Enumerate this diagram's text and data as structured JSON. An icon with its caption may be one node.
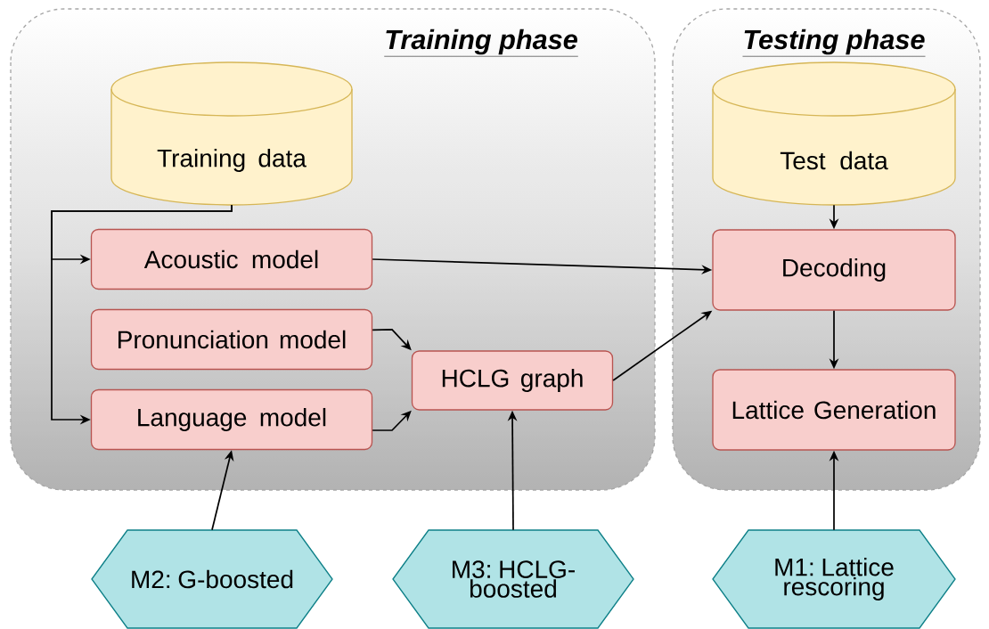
{
  "diagram": {
    "nodes": [
      {
        "text": [
          "Training phase"
        ]
      },
      {
        "text": [
          "Testing phase"
        ]
      },
      {
        "text": [
          "Training data"
        ],
        "in": 0
      },
      {
        "text": [
          "Acoustic model"
        ],
        "in": 0
      },
      {
        "text": [
          "Pronunciation model"
        ],
        "in": 0
      },
      {
        "text": [
          "Language model"
        ],
        "in": 0
      },
      {
        "text": [
          "HCLG graph"
        ],
        "in": 0
      },
      {
        "text": [
          "Test data"
        ],
        "in": 1
      },
      {
        "text": [
          "Decoding"
        ],
        "in": 1
      },
      {
        "text": [
          "Lattice Generation"
        ],
        "in": 1
      },
      {
        "text": [
          "M2: G-boosted"
        ]
      },
      {
        "text": [
          "M3: HCLG-boosted"
        ]
      },
      {
        "text": [
          "M1: Lattice rescoring"
        ]
      }
    ],
    "edges": [
      {
        "from": 2,
        "to": 3,
        "arrow": "to"
      },
      {
        "from": 2,
        "to": 5,
        "arrow": "to"
      },
      {
        "from": 3,
        "to": 8,
        "arrow": "to"
      },
      {
        "from": 4,
        "to": 6,
        "arrow": "to"
      },
      {
        "from": 5,
        "to": 6,
        "arrow": "to"
      },
      {
        "from": 6,
        "to": 8,
        "arrow": "to"
      },
      {
        "from": 7,
        "to": 8,
        "arrow": "to"
      },
      {
        "from": 8,
        "to": 9,
        "arrow": "to"
      },
      {
        "from": 10,
        "to": 5,
        "arrow": "to"
      },
      {
        "from": 11,
        "to": 6,
        "arrow": "to"
      },
      {
        "from": 12,
        "to": 9,
        "arrow": "to"
      }
    ]
  }
}
